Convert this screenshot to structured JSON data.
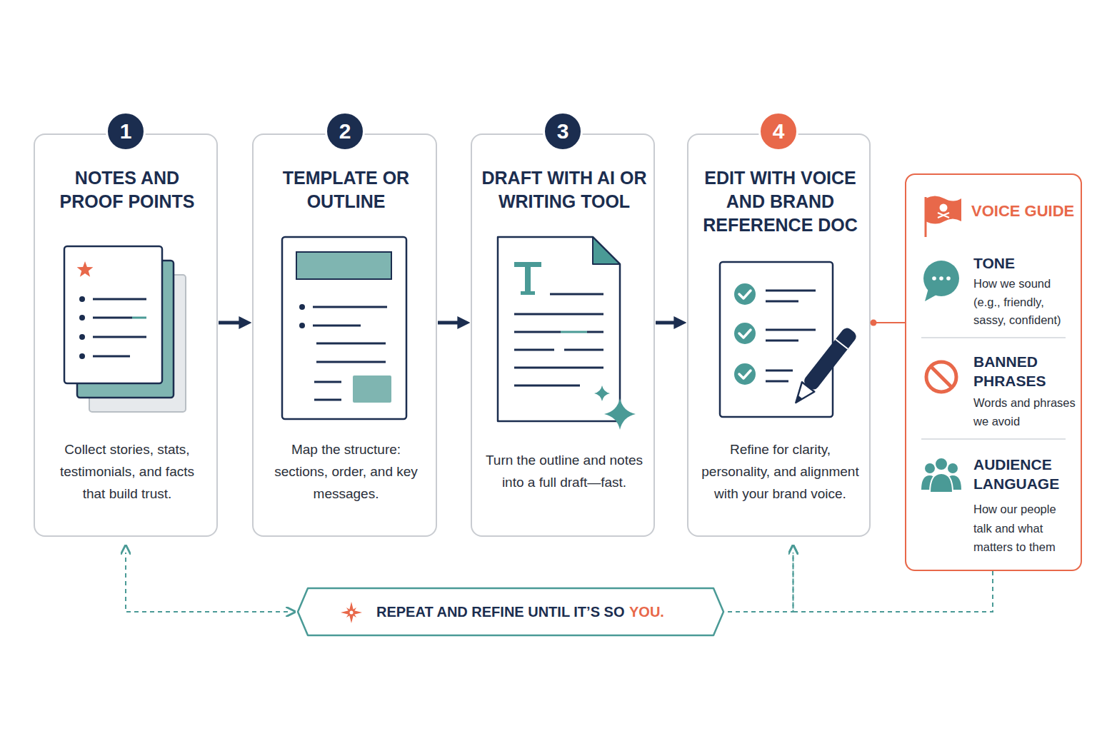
{
  "diagram": {
    "nodes": [
      {
        "text": [
          "1"
        ]
      },
      {
        "text": [
          "NOTES AND PROOF POINTS",
          "Collect stories, stats, testimonials, and facts that build trust."
        ]
      },
      {
        "text": [
          "2"
        ]
      },
      {
        "text": [
          "TEMPLATE OR OUTLINE",
          "Map the structure: sections, order, and key messages."
        ]
      },
      {
        "text": [
          "3"
        ]
      },
      {
        "text": [
          "DRAFT WITH AI OR WRITING TOOL",
          "Turn the outline and notes into a full draft—fast."
        ]
      },
      {
        "text": [
          "4"
        ]
      },
      {
        "text": [
          "EDIT WITH VOICE AND BRAND REFERENCE DOC",
          "Refine for clarity, personality, and alignment with your brand voice."
        ]
      },
      {
        "text": [
          "VOICE GUIDE",
          "TONE",
          "How we sound (e.g., friendly, sassy, confident)",
          "BANNED PHRASES",
          "Words and phrases we avoid",
          "AUDIENCE LANGUAGE",
          "How our people talk and what matters to them"
        ]
      },
      {
        "text": [
          "REPEAT AND REFINE UNTIL IT’S SO",
          "YOU."
        ]
      }
    ],
    "edges": [
      {
        "from": 1,
        "to": 3,
        "arrow": "to"
      },
      {
        "from": 3,
        "to": 5,
        "arrow": "to"
      },
      {
        "from": 5,
        "to": 7,
        "arrow": "to"
      },
      {
        "from": 8,
        "to": 7,
        "arrow": "none"
      },
      {
        "from": 9,
        "to": 1,
        "arrow": "both"
      },
      {
        "from": 9,
        "to": 7,
        "arrow": "to"
      },
      {
        "from": 8,
        "to": 7,
        "arrow": "to"
      }
    ]
  }
}
